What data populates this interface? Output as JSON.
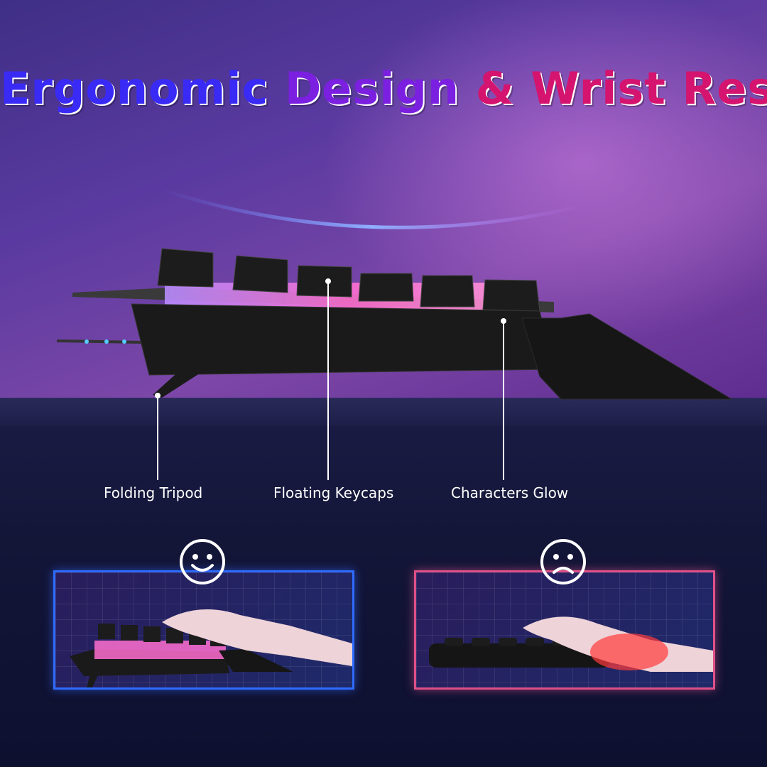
{
  "title": {
    "part1": "Ergonomic ",
    "part2": "Design ",
    "part3": "& Wrist Rest"
  },
  "callouts": [
    {
      "label": "Folding Tripod"
    },
    {
      "label": "Floating Keycaps"
    },
    {
      "label": "Characters Glow"
    }
  ],
  "comparison": {
    "good_icon": "smiley-face-icon",
    "bad_icon": "frowning-face-icon"
  },
  "colors": {
    "title_blue": "#3a2af5",
    "title_purple": "#7b1fe0",
    "title_pink": "#d4146e",
    "good_border": "#2e6bff",
    "bad_border": "#e05088"
  }
}
